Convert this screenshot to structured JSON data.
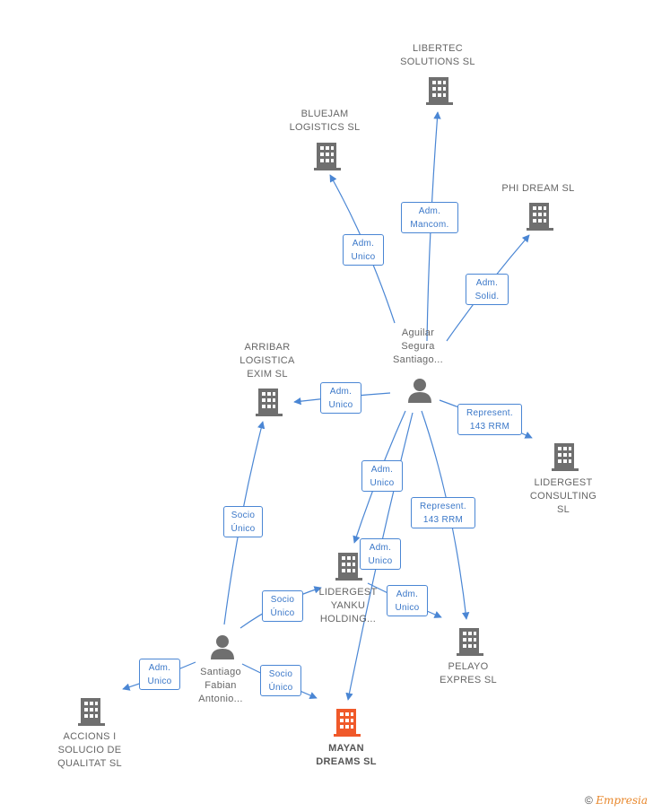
{
  "nodes": {
    "libertec": "LIBERTEC\nSOLUTIONS SL",
    "bluejam": "BLUEJAM\nLOGISTICS SL",
    "phidream": "PHI DREAM SL",
    "aguilar": "Aguilar\nSegura\nSantiago...",
    "arribar": "ARRIBAR\nLOGISTICA\nEXIM SL",
    "lidergest_consulting": "LIDERGEST\nCONSULTING\nSL",
    "lidergest_yanku": "LIDERGEST\nYANKU\nHOLDING...",
    "pelayo": "PELAYO\nEXPRES SL",
    "santiago": "Santiago\nFabian\nAntonio...",
    "accions": "ACCIONS I\nSOLUCIO DE\nQUALITAT SL",
    "mayan": "MAYAN\nDREAMS SL"
  },
  "badges": {
    "adm_mancom": "Adm.\nMancom.",
    "adm_unico_bluejam": "Adm.\nUnico",
    "adm_solid": "Adm.\nSolid.",
    "adm_unico_arribar": "Adm.\nUnico",
    "represent_consulting": "Represent.\n143 RRM",
    "adm_unico_yanku": "Adm.\nUnico",
    "represent_pelayo": "Represent.\n143 RRM",
    "adm_unico_mayan": "Adm.\nUnico",
    "socio_unico_arribar": "Socio\nÚnico",
    "socio_unico_yanku": "Socio\nÚnico",
    "adm_unico_pelayo": "Adm.\nUnico",
    "adm_unico_accions": "Adm.\nUnico",
    "socio_unico_mayan": "Socio\nÚnico"
  },
  "copyright": {
    "symbol": "©",
    "brand": "Empresia"
  },
  "colors": {
    "edge": "#4a86d4",
    "building": "#6f6f6f",
    "focus_building": "#f0592a",
    "person": "#6f6f6f"
  }
}
